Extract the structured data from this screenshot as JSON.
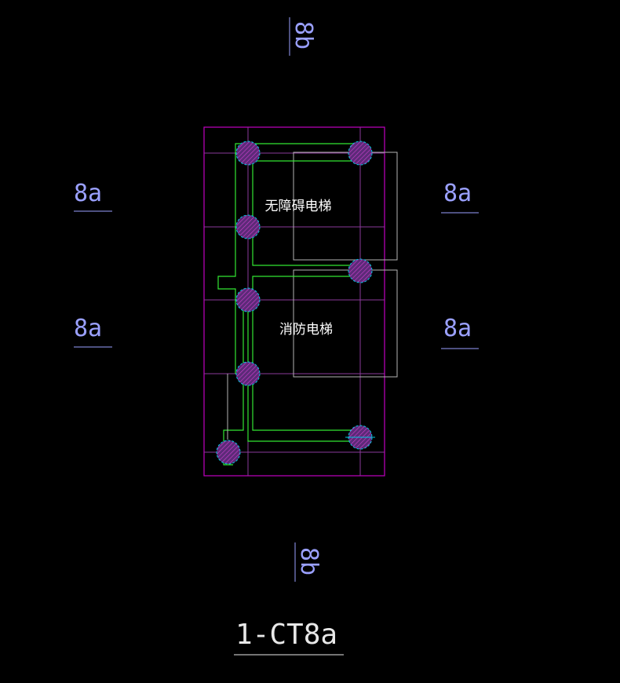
{
  "drawing": {
    "title": "1-CT8a",
    "section_marks": {
      "top": "8b",
      "bottom": "8b",
      "left_upper": "8a",
      "left_lower": "8a",
      "right_upper": "8a",
      "right_lower": "8a"
    },
    "rooms": {
      "upper": "无障碍电梯",
      "lower": "消防电梯"
    }
  },
  "colors": {
    "background": "#000000",
    "outline": "#c000c0",
    "grid": "#8a3a9a",
    "pile_fill": "#5c2a78",
    "pile_hatch": "#d040d0",
    "pile_ring": "#00c8e0",
    "rebar": "#32e632",
    "room_outline": "#b4b4b4",
    "label_text": "#9aa0ff",
    "title_text": "#e8e8e8",
    "white_text": "#ffffff"
  }
}
